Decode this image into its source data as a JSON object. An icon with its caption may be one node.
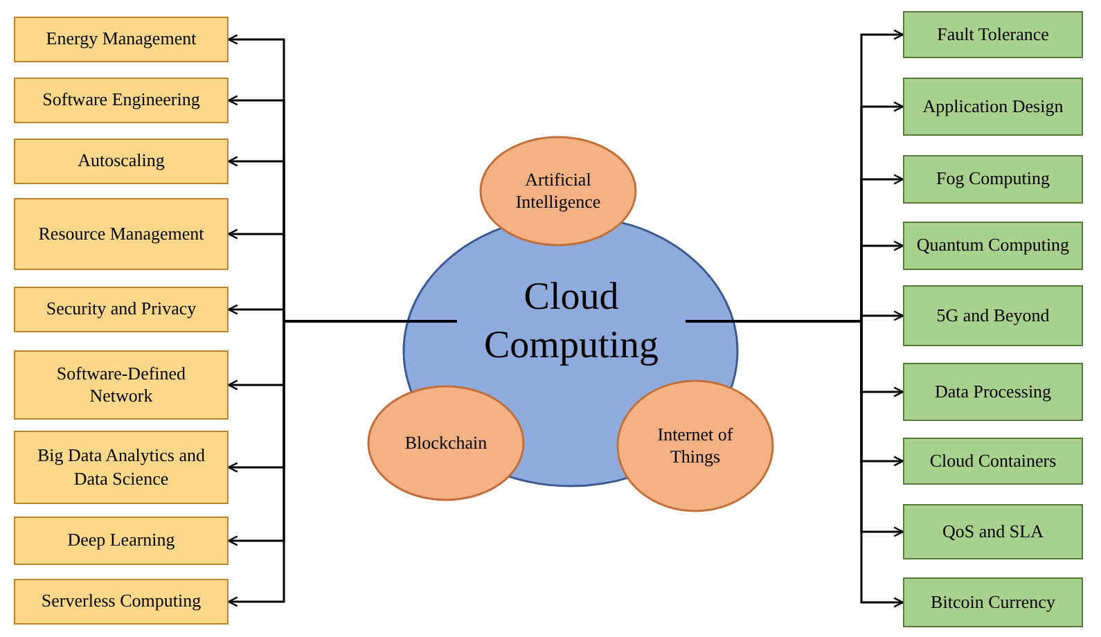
{
  "diagram": {
    "nodes": [
      {
        "text": [
          "Energy Management"
        ]
      },
      {
        "text": [
          "Software Engineering"
        ]
      },
      {
        "text": [
          "Autoscaling"
        ]
      },
      {
        "text": [
          "Resource Management"
        ]
      },
      {
        "text": [
          "Security and Privacy"
        ]
      },
      {
        "text": [
          "Software-Defined Network"
        ]
      },
      {
        "text": [
          "Big Data Analytics and Data Science"
        ]
      },
      {
        "text": [
          "Deep Learning"
        ]
      },
      {
        "text": [
          "Serverless Computing"
        ]
      },
      {
        "text": [
          "Cloud Computing"
        ]
      },
      {
        "text": [
          "Artificial Intelligence"
        ]
      },
      {
        "text": [
          "Blockchain"
        ]
      },
      {
        "text": [
          "Internet of Things"
        ]
      },
      {
        "text": [
          "Fault Tolerance"
        ]
      },
      {
        "text": [
          "Application Design"
        ]
      },
      {
        "text": [
          "Fog Computing"
        ]
      },
      {
        "text": [
          "Quantum Computing"
        ]
      },
      {
        "text": [
          "5G and Beyond"
        ]
      },
      {
        "text": [
          "Data Processing"
        ]
      },
      {
        "text": [
          "Cloud Containers"
        ]
      },
      {
        "text": [
          "QoS and SLA"
        ]
      },
      {
        "text": [
          "Bitcoin Currency"
        ]
      }
    ],
    "edges": [
      {
        "from": 9,
        "to": 0,
        "arrow": "to"
      },
      {
        "from": 9,
        "to": 1,
        "arrow": "to"
      },
      {
        "from": 9,
        "to": 2,
        "arrow": "to"
      },
      {
        "from": 9,
        "to": 3,
        "arrow": "to"
      },
      {
        "from": 9,
        "to": 4,
        "arrow": "to"
      },
      {
        "from": 9,
        "to": 5,
        "arrow": "to"
      },
      {
        "from": 9,
        "to": 6,
        "arrow": "to"
      },
      {
        "from": 9,
        "to": 7,
        "arrow": "to"
      },
      {
        "from": 9,
        "to": 8,
        "arrow": "to"
      },
      {
        "from": 9,
        "to": 13,
        "arrow": "to"
      },
      {
        "from": 9,
        "to": 14,
        "arrow": "to"
      },
      {
        "from": 9,
        "to": 15,
        "arrow": "to"
      },
      {
        "from": 9,
        "to": 16,
        "arrow": "to"
      },
      {
        "from": 9,
        "to": 17,
        "arrow": "to"
      },
      {
        "from": 9,
        "to": 18,
        "arrow": "to"
      },
      {
        "from": 9,
        "to": 19,
        "arrow": "to"
      },
      {
        "from": 9,
        "to": 20,
        "arrow": "to"
      },
      {
        "from": 9,
        "to": 21,
        "arrow": "to"
      }
    ]
  }
}
